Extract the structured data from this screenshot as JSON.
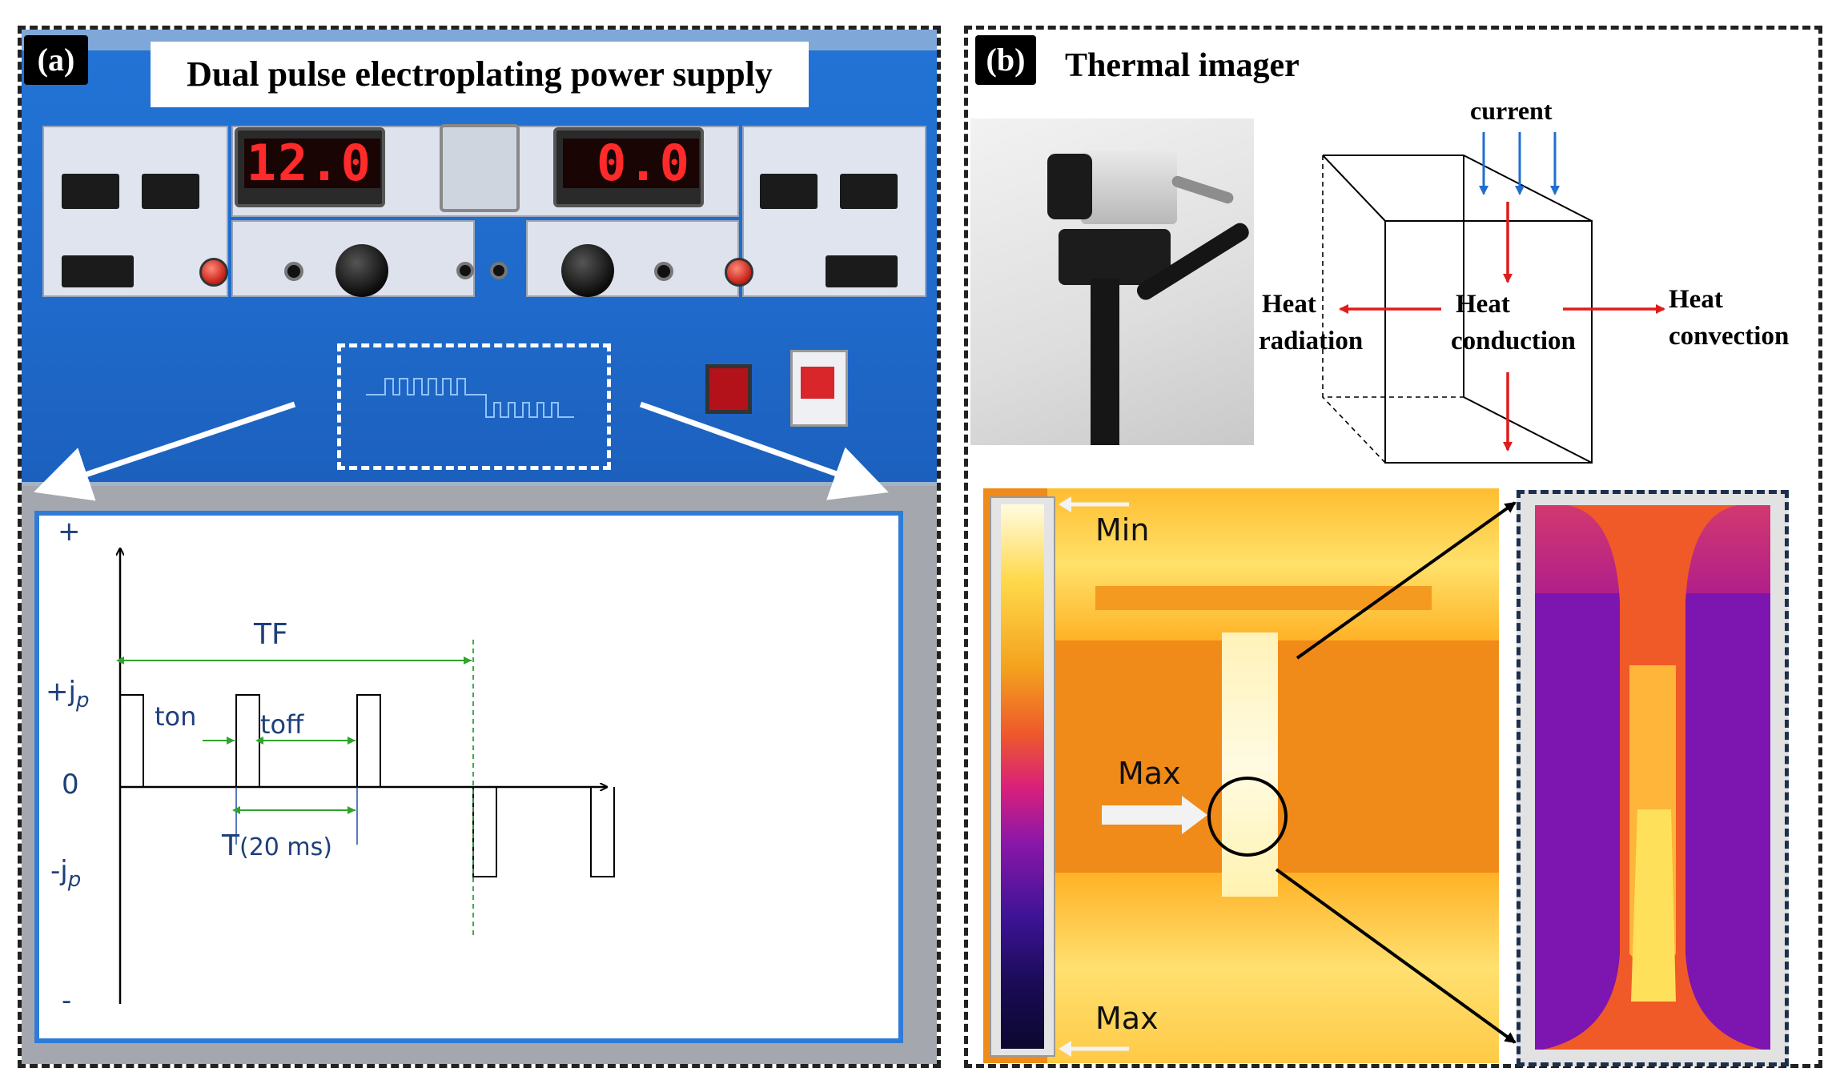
{
  "panel_a": {
    "badge": "(a)",
    "title": "Dual pulse electroplating power supply",
    "display_left": "12.0",
    "display_right": "0.0",
    "waveform": {
      "y_plus": "+",
      "y_minus": "-",
      "pos_level": "+j",
      "neg_level": "-j",
      "level_sub": "p",
      "zero": "0",
      "tf_label": "TF",
      "ton_label": "ton",
      "toff_label": "toff",
      "period_label": "T",
      "period_value": "(20 ms)"
    }
  },
  "panel_b": {
    "badge": "(b)",
    "title": "Thermal imager",
    "cube_labels": {
      "current": "current",
      "heat_radiation_1": "Heat",
      "heat_radiation_2": "radiation",
      "heat_conduction_1": "Heat",
      "heat_conduction_2": "conduction",
      "heat_convection_1": "Heat",
      "heat_convection_2": "convection"
    },
    "thermal": {
      "scale_min": "Min",
      "scale_max": "Max",
      "hotspot_label": "Max"
    }
  },
  "colors": {
    "arrow_current": "#1f6fd1",
    "arrow_heat": "#e01b1b",
    "wave_label": "#1e4fa8",
    "wave_guide": "#2ea32e",
    "device_panel": "#1f6fd0"
  }
}
